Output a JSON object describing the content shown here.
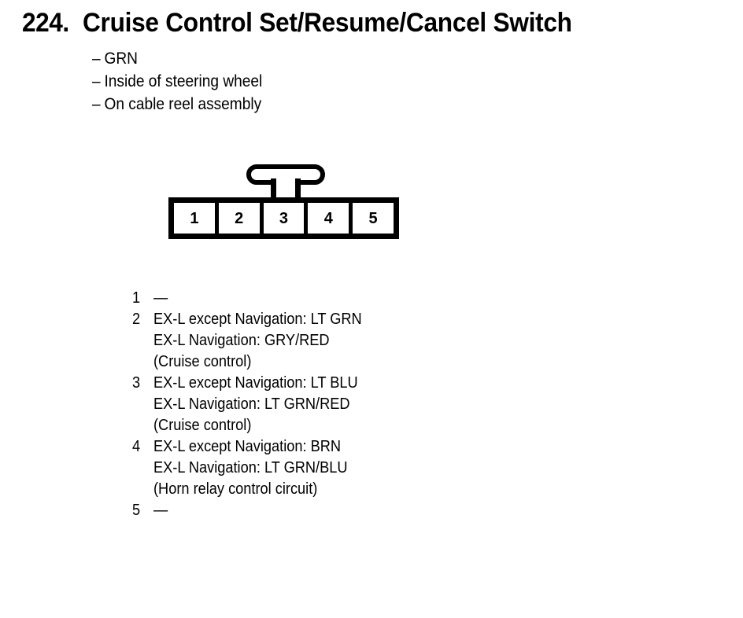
{
  "page": {
    "background_color": "#ffffff",
    "ink_color": "#000000"
  },
  "header": {
    "number": "224.",
    "title": "Cruise Control Set/Resume/Cancel Switch"
  },
  "notes": {
    "dash": "–",
    "items": [
      {
        "text": "GRN"
      },
      {
        "text": "Inside of steering wheel"
      },
      {
        "text": "On cable reel assembly"
      }
    ]
  },
  "connector": {
    "name": "5-pin connector",
    "tab": "locking-tab",
    "cells": [
      {
        "number": "1"
      },
      {
        "number": "2"
      },
      {
        "number": "3"
      },
      {
        "number": "4"
      },
      {
        "number": "5"
      }
    ]
  },
  "pin_legend": {
    "empty_marker": "—",
    "entries": [
      {
        "pin": "1",
        "lines": [
          "—"
        ]
      },
      {
        "pin": "2",
        "lines": [
          "EX-L except Navigation: LT GRN",
          "EX-L Navigation: GRY/RED",
          "(Cruise control)"
        ]
      },
      {
        "pin": "3",
        "lines": [
          "EX-L except Navigation: LT BLU",
          "EX-L Navigation: LT GRN/RED",
          "(Cruise control)"
        ]
      },
      {
        "pin": "4",
        "lines": [
          "EX-L except Navigation: BRN",
          "EX-L Navigation: LT GRN/BLU",
          "(Horn relay control circuit)"
        ]
      },
      {
        "pin": "5",
        "lines": [
          "—"
        ]
      }
    ]
  }
}
